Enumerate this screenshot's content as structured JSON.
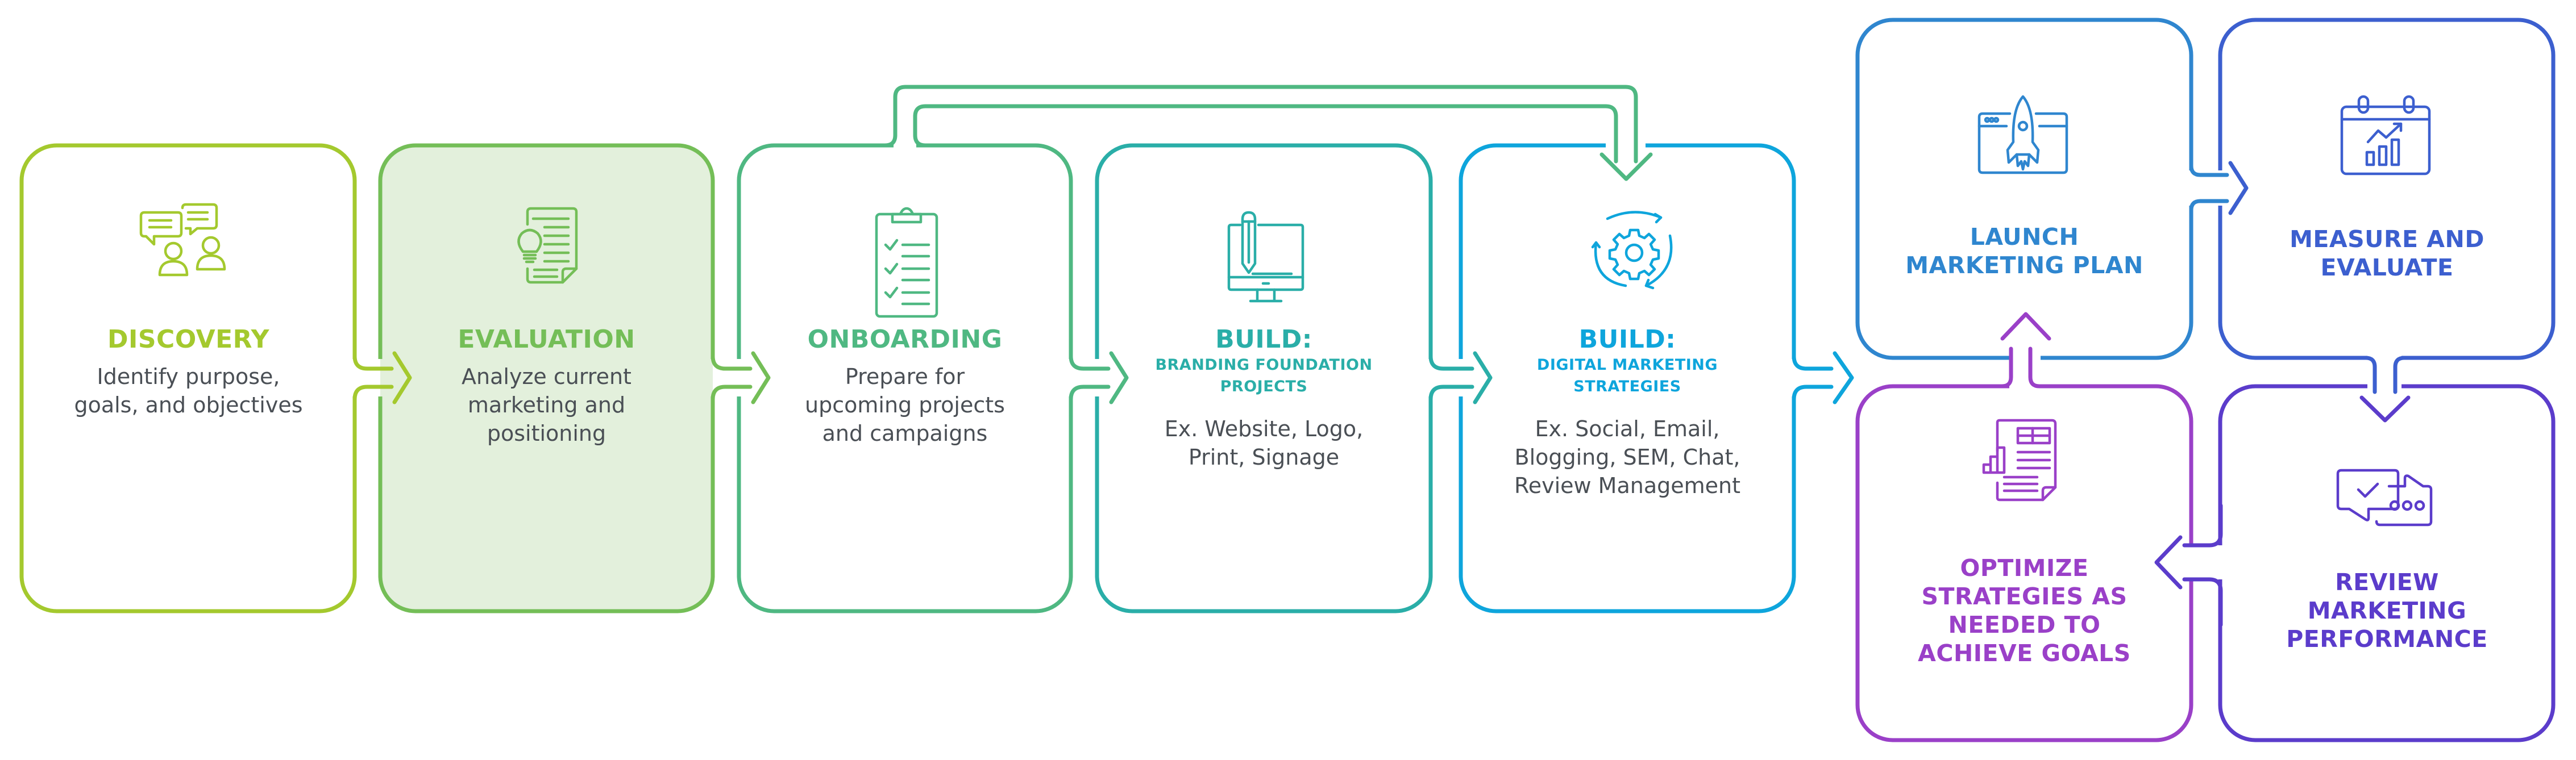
{
  "diagram": {
    "type": "process-flow",
    "colors": {
      "discovery": "#a4c92e",
      "evaluation": "#74be57",
      "evaluation_fill": "#e3f0dc",
      "onboarding": "#4fb882",
      "build_branding": "#2aaea8",
      "build_digital": "#0ea5dc",
      "launch": "#2f86cf",
      "measure": "#3c5fcf",
      "review": "#5b3ccb",
      "optimize": "#9a40c8",
      "desc_text": "#4a4f55"
    },
    "steps": [
      {
        "id": "discovery",
        "icon": "discussion-icon",
        "title": "DISCOVERY",
        "description": [
          "Identify purpose,",
          "goals, and objectives"
        ]
      },
      {
        "id": "evaluation",
        "icon": "document-lightbulb-icon",
        "title": "EVALUATION",
        "description": [
          "Analyze current",
          "marketing and",
          "positioning"
        ],
        "highlighted": true
      },
      {
        "id": "onboarding",
        "icon": "clipboard-checklist-icon",
        "title": "ONBOARDING",
        "description": [
          "Prepare for",
          "upcoming projects",
          "and campaigns"
        ]
      },
      {
        "id": "build_branding",
        "icon": "monitor-pencil-icon",
        "title": "BUILD:",
        "subtitle": [
          "BRANDING FOUNDATION",
          "PROJECTS"
        ],
        "description": [
          "Ex. Website, Logo,",
          "Print, Signage"
        ]
      },
      {
        "id": "build_digital",
        "icon": "gear-cycle-icon",
        "title": "BUILD:",
        "subtitle": [
          "DIGITAL MARKETING",
          "STRATEGIES"
        ],
        "description": [
          "Ex. Social, Email,",
          "Blogging, SEM, Chat,",
          "Review Management"
        ]
      }
    ],
    "cycle": [
      {
        "id": "launch",
        "icon": "rocket-browser-icon",
        "title": [
          "LAUNCH",
          "MARKETING PLAN"
        ]
      },
      {
        "id": "measure",
        "icon": "calendar-chart-icon",
        "title": [
          "MEASURE AND",
          "EVALUATE"
        ]
      },
      {
        "id": "review",
        "icon": "chat-review-icon",
        "title": [
          "REVIEW",
          "MARKETING",
          "PERFORMANCE"
        ]
      },
      {
        "id": "optimize",
        "icon": "report-chart-icon",
        "title": [
          "OPTIMIZE",
          "STRATEGIES AS",
          "NEEDED TO",
          "ACHIEVE GOALS"
        ]
      }
    ],
    "flow": [
      {
        "from": "discovery",
        "to": "evaluation"
      },
      {
        "from": "evaluation",
        "to": "onboarding"
      },
      {
        "from": "onboarding",
        "to": "build_branding"
      },
      {
        "from": "onboarding",
        "to": "build_digital",
        "via": "top-bridge"
      },
      {
        "from": "build_branding",
        "to": "build_digital"
      },
      {
        "from": "build_digital",
        "to": "launch"
      },
      {
        "from": "launch",
        "to": "measure"
      },
      {
        "from": "measure",
        "to": "review"
      },
      {
        "from": "review",
        "to": "optimize"
      },
      {
        "from": "optimize",
        "to": "launch"
      }
    ]
  }
}
